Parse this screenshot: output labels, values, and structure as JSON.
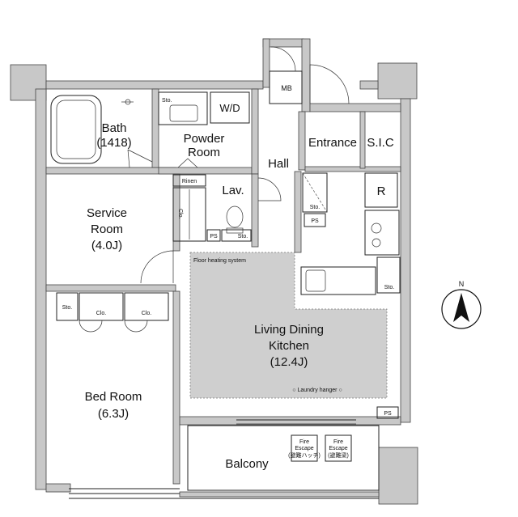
{
  "rooms": {
    "bath_name": "Bath",
    "bath_size": "(1418)",
    "powder_l1": "Powder",
    "powder_l2": "Room",
    "wd": "W/D",
    "hall": "Hall",
    "entrance": "Entrance",
    "sic": "S.I.C",
    "mb": "MB",
    "lav": "Lav.",
    "rinen": "Rinen",
    "service_l1": "Service",
    "service_l2": "Room",
    "service_l3": "(4.0J)",
    "ldk_l1": "Living Dining",
    "ldk_l2": "Kitchen",
    "ldk_l3": "(12.4J)",
    "bed_l1": "Bed Room",
    "bed_l2": "(6.3J)",
    "balcony": "Balcony",
    "floor_heating": "Floor heating system",
    "laundry": "○  Laundry hanger  ○",
    "fridge": "R",
    "north": "N"
  },
  "small": {
    "sto": "Sto.",
    "clo": "Clo.",
    "ps": "PS"
  },
  "fire_escape": {
    "l1": "Fire",
    "l2": "Escape",
    "a": "(避難ハッチ)",
    "b": "(避難梁)"
  }
}
